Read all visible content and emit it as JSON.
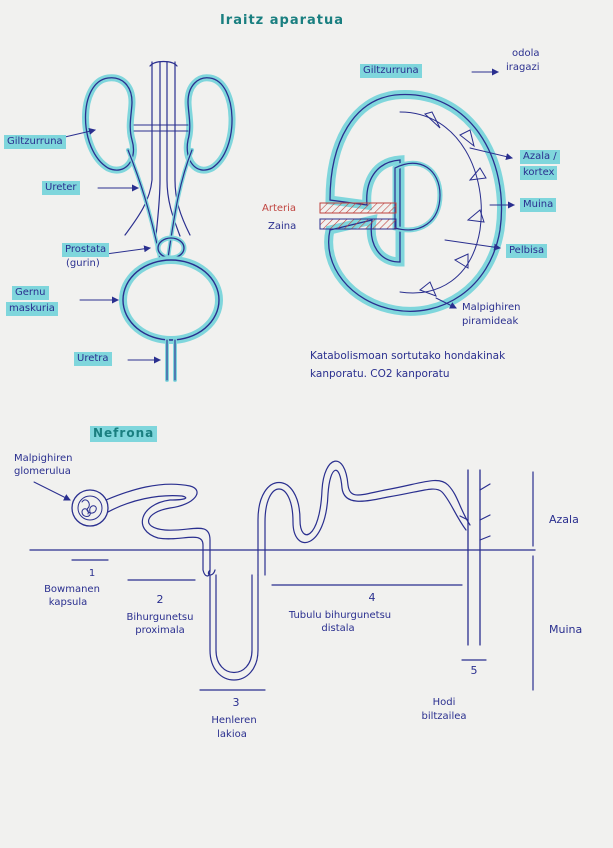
{
  "title": "Iraitz aparatua",
  "urinary_system": {
    "labels": {
      "kidney": "Giltzurruna",
      "ureter": "Ureter",
      "prostate_line1": "Prostata",
      "prostate_line2": "(gurin)",
      "bladder_line1": "Gernu",
      "bladder_line2": "maskuria",
      "urethra": "Uretra"
    }
  },
  "kidney_section": {
    "labels": {
      "kidney": "Giltzurruna",
      "kidney_note_line1": "odola",
      "kidney_note_line2": "iragazi",
      "cortex_line1": "Azala /",
      "cortex_line2": "kortex",
      "medulla": "Muina",
      "pelvis": "Pelbisa",
      "pyramids_line1": "Malpighiren",
      "pyramids_line2": "piramideak",
      "artery": "Arteria",
      "vein": "Zaina"
    },
    "note_line1": "Katabolismoan sortutako hondakinak",
    "note_line2": "kanporatu. CO2 kanporatu"
  },
  "nephron": {
    "title": "Nefrona",
    "glomerulus_line1": "Malpighiren",
    "glomerulus_line2": "glomerulua",
    "zone_cortex": "Azala",
    "zone_medulla": "Muina",
    "parts": [
      {
        "number": "1",
        "line1": "Bowmanen",
        "line2": "kapsula"
      },
      {
        "number": "2",
        "line1": "Bihurgunetsu",
        "line2": "proximala"
      },
      {
        "number": "3",
        "line1": "Henleren",
        "line2": "lakioa"
      },
      {
        "number": "4",
        "line1": "Tubulu bihurgunetsu",
        "line2": "distala"
      },
      {
        "number": "5",
        "line1": "Hodi",
        "line2": "biltzailea"
      }
    ]
  },
  "colors": {
    "ink": "#2a2f8f",
    "highlight": "#7fd6dc",
    "title": "#1a7f80",
    "artery": "#c0443f"
  }
}
